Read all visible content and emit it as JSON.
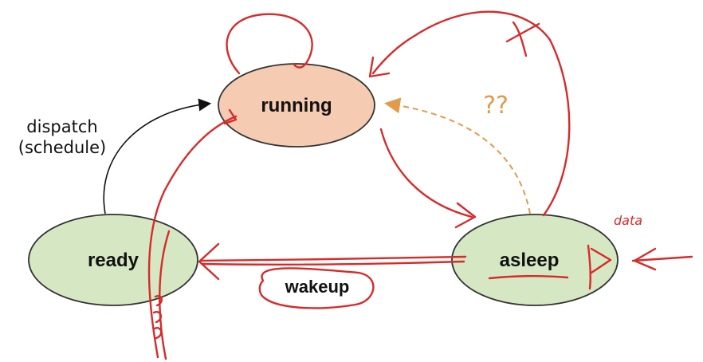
{
  "states": {
    "running": {
      "label": "running"
    },
    "ready": {
      "label": "ready"
    },
    "asleep": {
      "label": "asleep"
    }
  },
  "transitions": {
    "dispatch": {
      "line1": "dispatch",
      "line2": "(schedule)"
    },
    "wakeup": {
      "label": "wakeup"
    },
    "unknown": {
      "label": "??"
    }
  },
  "annotations": {
    "handwritten_note": "data"
  },
  "colors": {
    "running_fill": "#f5cbb2",
    "state_fill": "#d5e8c3",
    "outline": "#333333",
    "ink_red": "#d62b2b",
    "dashed_orange": "#e39a4a"
  }
}
